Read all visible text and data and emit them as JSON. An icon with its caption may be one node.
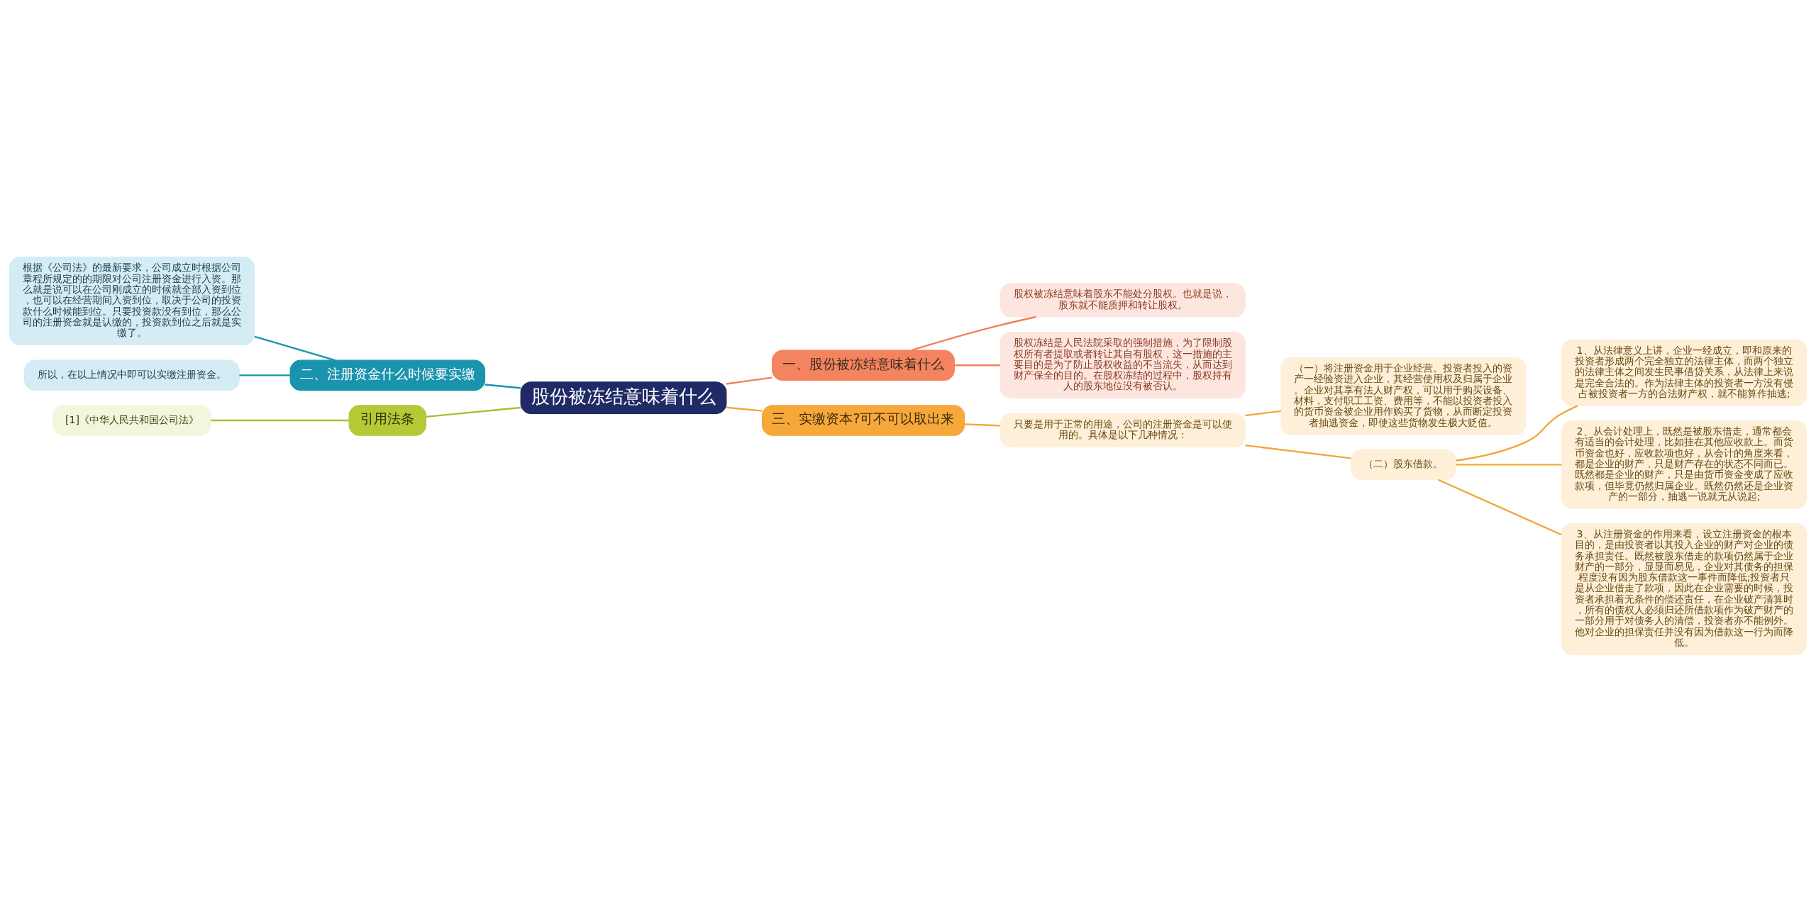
{
  "diagram": {
    "nodes": [
      {
        "text": [
          "股份被冻结意味着什么"
        ]
      },
      {
        "text": [
          "一、股份被冻结意味着什么"
        ]
      },
      {
        "text": [
          "股权被冻结意味着股东不能处分股权。也就是说，股东就不能质押和转让股权。"
        ]
      },
      {
        "text": [
          "股权冻结是人民法院采取的强制措施，为了限制股权所有者提取或者转让其自有股权，这一措施的主要目的是为了防止股权收益的不当流失，从而达到财产保全的目的。在股权冻结的过程中，股权持有人的股东地位没有被否认。"
        ]
      },
      {
        "text": [
          "二、注册资金什么时候要实缴"
        ]
      },
      {
        "text": [
          "根据《公司法》的最新要求，公司成立时根据公司章程所规定的的期限对公司注册资金进行入资。那么就是说可以在公司刚成立的时候就全部入资到位，也可以在经营期间入资到位，取决于公司的投资款什么时候能到位。只要投资款没有到位，那么公司的注册资金就是认缴的，投资款到位之后就是实缴了。"
        ]
      },
      {
        "text": [
          "所以，在以上情况中即可以实缴注册资金。"
        ]
      },
      {
        "text": [
          "引用法条"
        ]
      },
      {
        "text": [
          "[1]《中华人民共和国公司法》"
        ]
      },
      {
        "text": [
          "三、实缴资本?可不可以取出来"
        ]
      },
      {
        "text": [
          "只要是用于正常的用途，公司的注册资金是可以使用的。具体是以下几种情况："
        ]
      },
      {
        "text": [
          "（一）将注册资金用于企业经营。投资者投入的资产一经验资进入企业，其经营使用权及归属于企业。企业对其享有法人财产权，可以用于购买设备、材料，支付职工工资、费用等，不能以投资者投入的货币资金被企业用作购买了货物，从而断定投资者抽逃资金，即使这些货物发生极大贬值。"
        ]
      },
      {
        "text": [
          "（二）股东借款。"
        ]
      },
      {
        "text": [
          "1、从法律意义上讲，企业一经成立，即和原来的投资者形成两个完全独立的法律主体，而两个独立的法律主体之间发生民事借贷关系，从法律上来说是完全合法的。作为法律主体的投资者一方没有侵占被投资者一方的合法财产权，就不能算作抽逃;"
        ]
      },
      {
        "text": [
          "2、从会计处理上，既然是被股东借走，通常都会有适当的会计处理，比如挂在其他应收款上。而货币资金也好，应收款项也好，从会计的角度来看，都是企业的财产，只是财产存在的状态不同而已。既然都是企业的财产，只是由货币资金变成了应收款项，但毕竟仍然归属企业。既然仍然还是企业资产的一部分，抽逃一说就无从说起;"
        ]
      },
      {
        "text": [
          "3、从注册资金的作用来看，设立注册资金的根本目的，是由投资者以其投入企业的财产对企业的债务承担责任。既然被股东借走的款项仍然属于企业财产的一部分，显显而易见，企业对其债务的担保程度没有因为股东借款这一事件而降低;投资者只是从企业借走了款项，因此在企业需要的时候，投资者承担着无条件的偿还责任，在企业破产清算时，所有的债权人必须归还所借款项作为破产财产的一部分用于对债务人的清偿，投资者亦不能例外。他对企业的担保责任并没有因为借款这一行为而降低。"
        ]
      }
    ],
    "edges": [
      {
        "from": 0,
        "to": 1,
        "arrow": "none",
        "color": "#f07f5a"
      },
      {
        "from": 1,
        "to": 2,
        "arrow": "none",
        "color": "#f07f5a"
      },
      {
        "from": 1,
        "to": 3,
        "arrow": "none",
        "color": "#f07f5a"
      },
      {
        "from": 0,
        "to": 4,
        "arrow": "none",
        "color": "#1a93ad"
      },
      {
        "from": 4,
        "to": 5,
        "arrow": "none",
        "color": "#1a93ad"
      },
      {
        "from": 4,
        "to": 6,
        "arrow": "none",
        "color": "#1a93ad"
      },
      {
        "from": 0,
        "to": 7,
        "arrow": "none",
        "color": "#a8c030"
      },
      {
        "from": 7,
        "to": 8,
        "arrow": "none",
        "color": "#a8c030"
      },
      {
        "from": 0,
        "to": 9,
        "arrow": "none"
      },
      {
        "from": 9,
        "to": 10,
        "arrow": "none"
      },
      {
        "from": 10,
        "to": 11,
        "arrow": "none"
      },
      {
        "from": 10,
        "to": 12,
        "arrow": "none"
      },
      {
        "from": 12,
        "to": 13,
        "arrow": "none"
      },
      {
        "from": 12,
        "to": 14,
        "arrow": "none"
      },
      {
        "from": 12,
        "to": 15,
        "arrow": "none"
      }
    ]
  }
}
